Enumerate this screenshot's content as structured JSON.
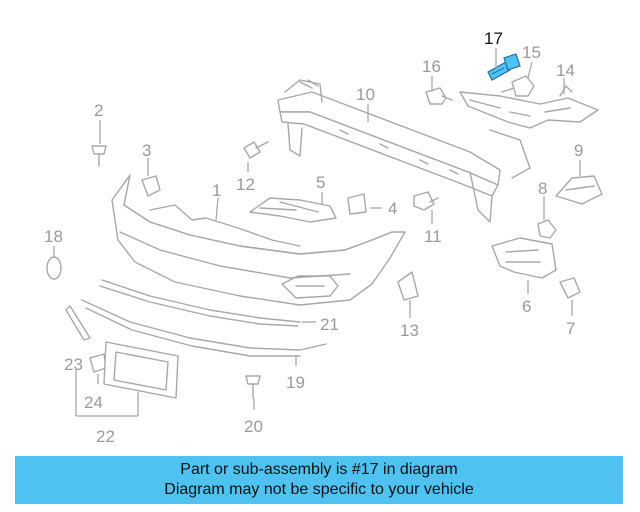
{
  "diagram": {
    "callouts": [
      {
        "id": "1",
        "label": "1",
        "highlight": false
      },
      {
        "id": "2",
        "label": "2",
        "highlight": false
      },
      {
        "id": "3",
        "label": "3",
        "highlight": false
      },
      {
        "id": "4",
        "label": "4",
        "highlight": false
      },
      {
        "id": "5",
        "label": "5",
        "highlight": false
      },
      {
        "id": "6",
        "label": "6",
        "highlight": false
      },
      {
        "id": "7",
        "label": "7",
        "highlight": false
      },
      {
        "id": "8",
        "label": "8",
        "highlight": false
      },
      {
        "id": "9",
        "label": "9",
        "highlight": false
      },
      {
        "id": "10",
        "label": "10",
        "highlight": false
      },
      {
        "id": "11",
        "label": "11",
        "highlight": false
      },
      {
        "id": "12",
        "label": "12",
        "highlight": false
      },
      {
        "id": "13",
        "label": "13",
        "highlight": false
      },
      {
        "id": "14",
        "label": "14",
        "highlight": false
      },
      {
        "id": "15",
        "label": "15",
        "highlight": false
      },
      {
        "id": "16",
        "label": "16",
        "highlight": false
      },
      {
        "id": "17",
        "label": "17",
        "highlight": true
      },
      {
        "id": "18",
        "label": "18",
        "highlight": false
      },
      {
        "id": "19",
        "label": "19",
        "highlight": false
      },
      {
        "id": "20",
        "label": "20",
        "highlight": false
      },
      {
        "id": "21",
        "label": "21",
        "highlight": false
      },
      {
        "id": "22",
        "label": "22",
        "highlight": false
      },
      {
        "id": "23",
        "label": "23",
        "highlight": false
      },
      {
        "id": "24",
        "label": "24",
        "highlight": false
      }
    ],
    "highlight_color": "#4ec3f2"
  },
  "banner": {
    "line1": "Part or sub-assembly is #17 in diagram",
    "line2": "Diagram may not be specific to your vehicle",
    "background": "#4ec3f2"
  }
}
